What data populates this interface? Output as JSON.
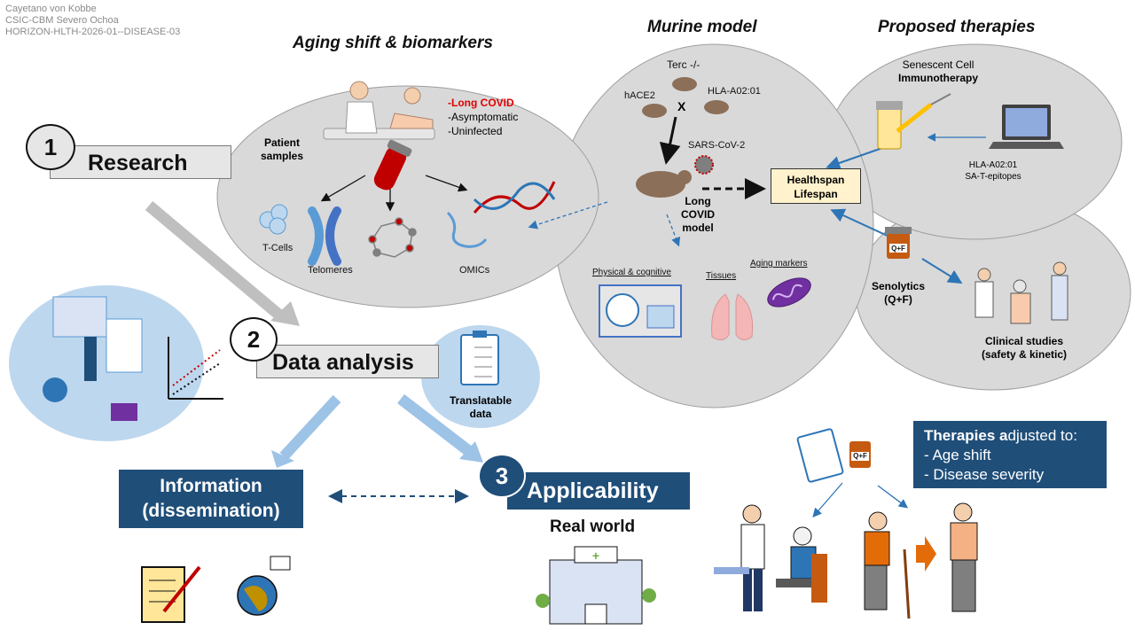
{
  "header": {
    "line1": "Cayetano von Kobbe",
    "line2": "CSIC-CBM Severo Ochoa",
    "line3": "HORIZON-HLTH-2026-01--DISEASE-03"
  },
  "sections": {
    "aging": "Aging shift & biomarkers",
    "murine": "Murine model",
    "therapies": "Proposed therapies"
  },
  "aging": {
    "patient_samples": "Patient samples",
    "cohorts": [
      "-Long COVID",
      "-Asymptomatic",
      "-Uninfected"
    ],
    "biomarkers": [
      "T-Cells",
      "Telomeres",
      "OMICs"
    ]
  },
  "murine": {
    "strains": [
      "Terc -/-",
      "hACE2",
      "HLA-A02:01"
    ],
    "cross": "X",
    "virus": "SARS-CoV-2",
    "model": "Long COVID model",
    "outcome": [
      "Healthspan",
      "Lifespan"
    ],
    "tests": [
      "Physical & cognitive",
      "Tissues",
      "Aging markers"
    ]
  },
  "therapies": {
    "immuno": [
      "Senescent Cell",
      "Immunotherapy"
    ],
    "epitopes": [
      "HLA-A02:01",
      "SA-T-epitopes"
    ],
    "senolytics": [
      "Senolytics",
      "(Q+F)"
    ],
    "clinical": [
      "Clinical studies",
      "(safety & kinetic)"
    ],
    "drug_label": "Q+F"
  },
  "steps": [
    {
      "num": "1",
      "label": "Research"
    },
    {
      "num": "2",
      "label": "Data analysis"
    },
    {
      "num": "3",
      "label": "Applicability"
    }
  ],
  "translatable": [
    "Translatable",
    "data"
  ],
  "information": [
    "Information",
    "(dissemination)"
  ],
  "real_world": "Real world",
  "adjusted": {
    "title_bold": "Therapies a",
    "title_rest": "djusted to:",
    "items": [
      "- Age shift",
      "- Disease severity"
    ]
  },
  "colors": {
    "navy": "#1f4e79",
    "red": "#e00000",
    "ellipse": "#d9d9d9",
    "light_blue": "#bdd7ee",
    "highlight": "#fff2cc"
  }
}
